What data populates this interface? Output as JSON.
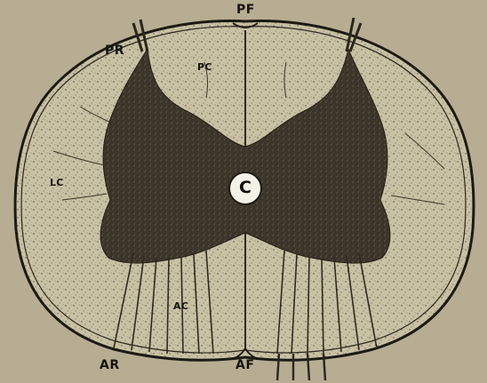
{
  "figure": {
    "labels": {
      "pf": "PF",
      "pr": "PR",
      "pc": "PC",
      "lc": "LC",
      "c": "C",
      "ac": "AC",
      "ar": "AR",
      "af": "AF"
    },
    "colors": {
      "background": "#b6ad93",
      "white_matter": "#c9c1a4",
      "gray_matter": "#3a3328",
      "outline": "#1c1a14",
      "canal": "#f4f1e6"
    }
  }
}
